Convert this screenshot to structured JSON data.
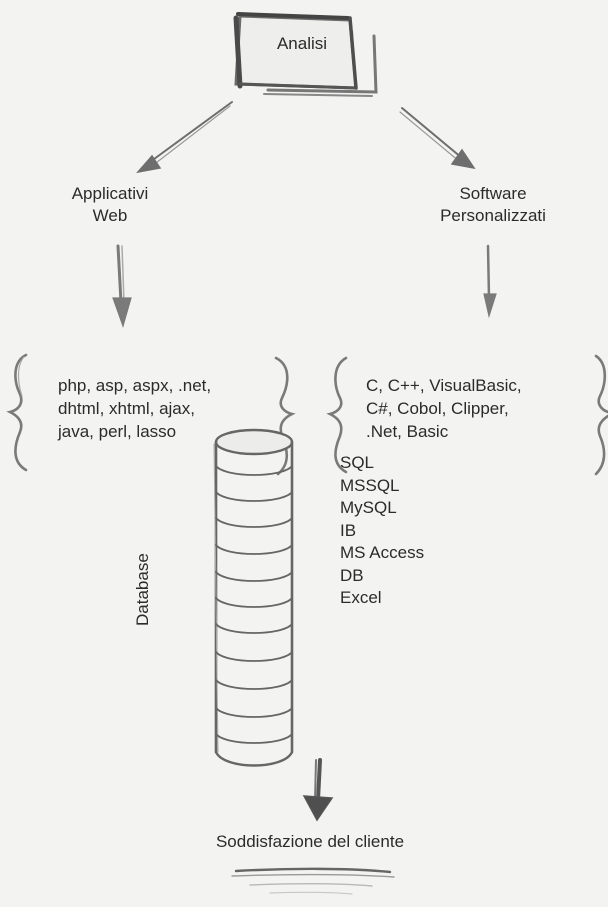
{
  "top_node": {
    "label": "Analisi"
  },
  "branches": {
    "web": {
      "label_lines": [
        "Applicativi",
        "Web"
      ]
    },
    "software": {
      "label_lines": [
        "Software",
        "Personalizzati"
      ]
    }
  },
  "languages": {
    "web": [
      "php, asp, aspx, .net,",
      "dhtml, xhtml, ajax,",
      "java, perl, lasso"
    ],
    "software": [
      "C, C++, VisualBasic,",
      "C#, Cobol, Clipper,",
      ".Net, Basic"
    ]
  },
  "database": {
    "label": "Database",
    "items": [
      "SQL",
      "MSSQL",
      "MySQL",
      "IB",
      "MS Access",
      "DB",
      "Excel"
    ]
  },
  "result": {
    "label": "Soddisfazione del cliente"
  },
  "colors": {
    "pencil": "#555555",
    "pencil_light": "#8a8a8a",
    "paper": "#f3f3f1"
  }
}
